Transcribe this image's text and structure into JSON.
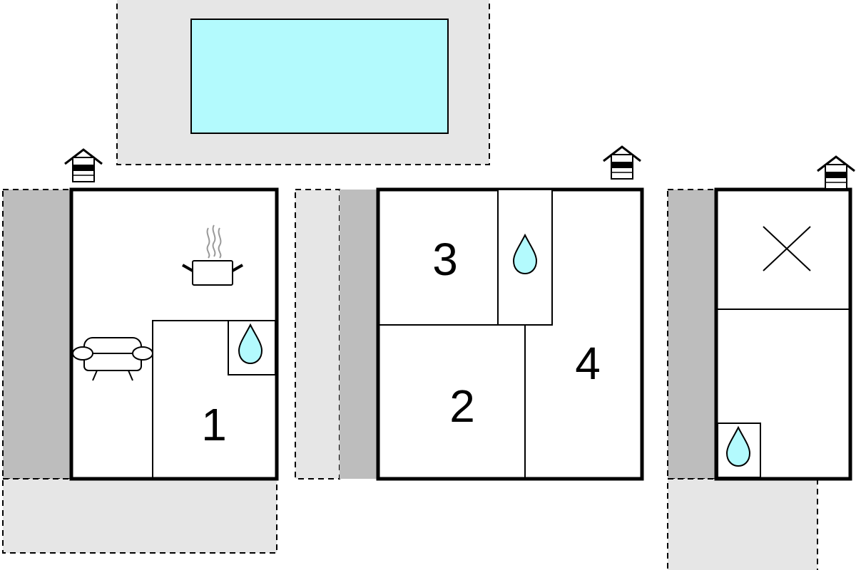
{
  "rooms": [
    {
      "label": "1"
    },
    {
      "label": "2"
    },
    {
      "label": "3"
    },
    {
      "label": "4"
    }
  ],
  "colors": {
    "pool": "#b3fafd",
    "terrace": "#e6e6e6",
    "covered": "#bdbdbd",
    "wall": "#000000"
  },
  "icons": [
    "house-entrance-icon",
    "cooking-pot-icon",
    "sofa-icon",
    "water-drop-icon",
    "cross-mark-icon"
  ]
}
